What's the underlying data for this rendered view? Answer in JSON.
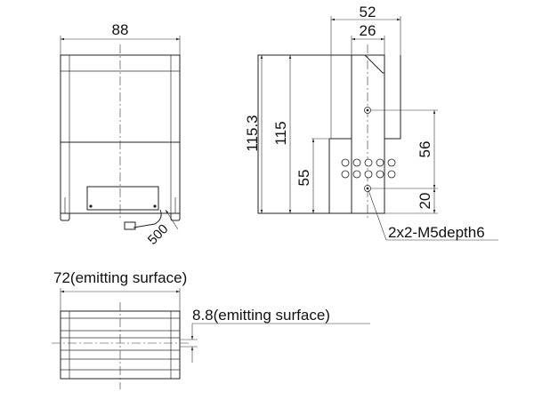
{
  "front_view": {
    "width_label": "88",
    "cable_label": "500"
  },
  "side_view": {
    "width_outer_label": "52",
    "width_inner_label": "26",
    "height_total_label": "115.3",
    "height_main_label": "115",
    "height_lower_label": "55",
    "hole_spacing_label": "56",
    "hole_bottom_label": "20",
    "hole_note": "2x2-M5depth6"
  },
  "bottom_view": {
    "emitting_width_label": "72(emitting surface)",
    "emitting_height_label": "8.8(emitting surface)"
  }
}
